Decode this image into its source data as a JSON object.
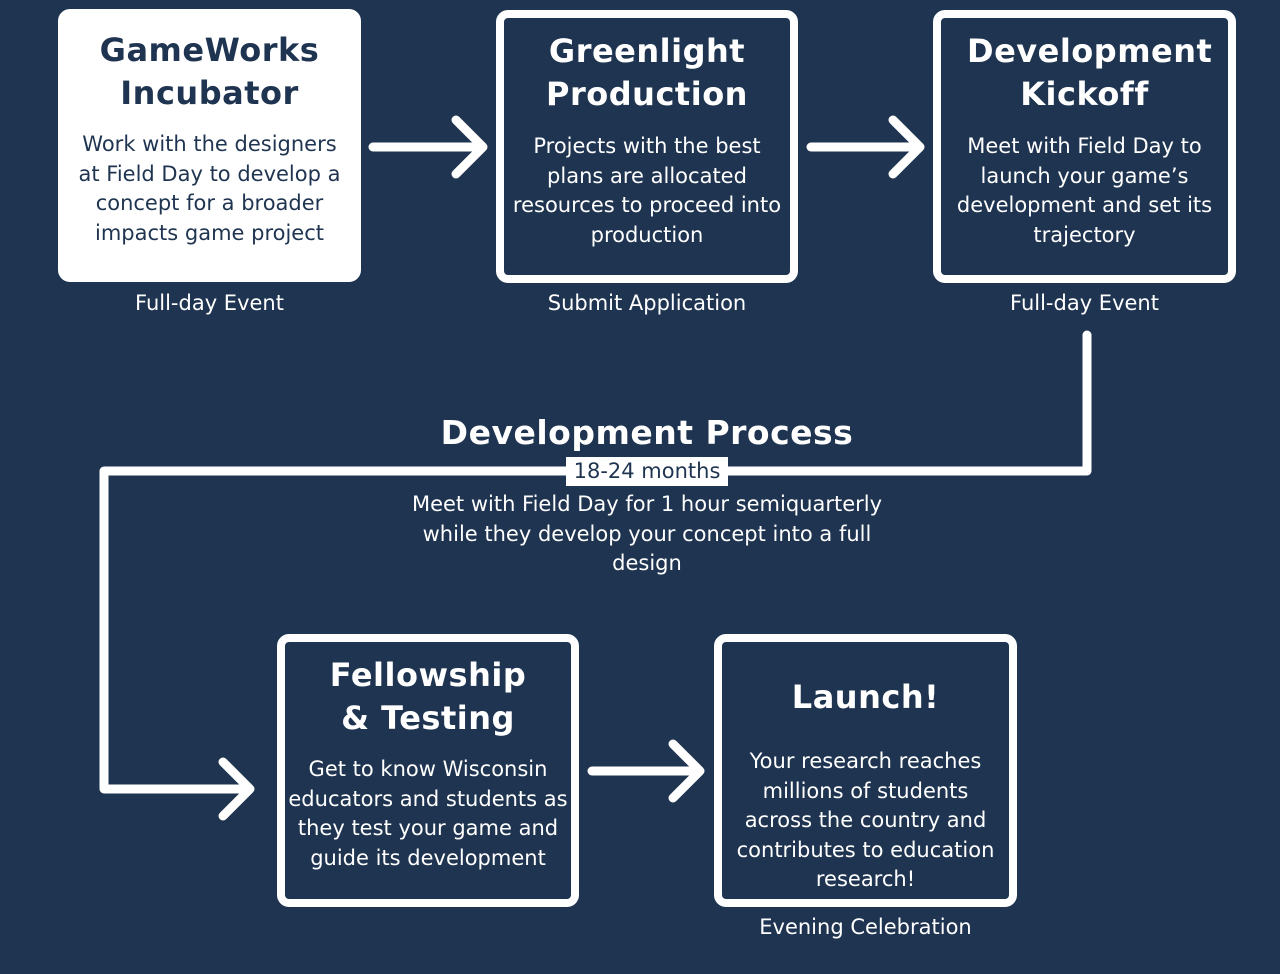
{
  "colors": {
    "background": "#1f3450",
    "foreground": "#ffffff"
  },
  "stages": [
    {
      "title": "GameWorks Incubator",
      "description": "Work with the designers at Field Day to develop a concept for a broader impacts game project",
      "caption": "Full-day Event",
      "style": "filled"
    },
    {
      "title": "Greenlight Production",
      "description": "Projects with the best plans are allocated resources to proceed into production",
      "caption": "Submit Application",
      "style": "outlined"
    },
    {
      "title": "Development Kickoff",
      "description": "Meet with Field Day to launch your game’s development and set its trajectory",
      "caption": "Full-day Event",
      "style": "outlined"
    },
    {
      "title": "Fellowship & Testing",
      "description": "Get to know Wisconsin educators and students as they test your game and guide its development",
      "caption": "",
      "style": "outlined"
    },
    {
      "title": "Launch!",
      "description": "Your research reaches millions of students across the country and contributes to education research!",
      "caption": "Evening Celebration",
      "style": "outlined"
    }
  ],
  "process": {
    "title": "Development Process",
    "duration": "18-24 months",
    "description": "Meet with Field Day for 1 hour semiquarterly while they develop your concept into a full design"
  },
  "connections": [
    {
      "from": "GameWorks Incubator",
      "to": "Greenlight Production"
    },
    {
      "from": "Greenlight Production",
      "to": "Development Kickoff"
    },
    {
      "from": "Development Kickoff",
      "to": "Fellowship & Testing",
      "via": "Development Process"
    },
    {
      "from": "Fellowship & Testing",
      "to": "Launch!"
    }
  ]
}
